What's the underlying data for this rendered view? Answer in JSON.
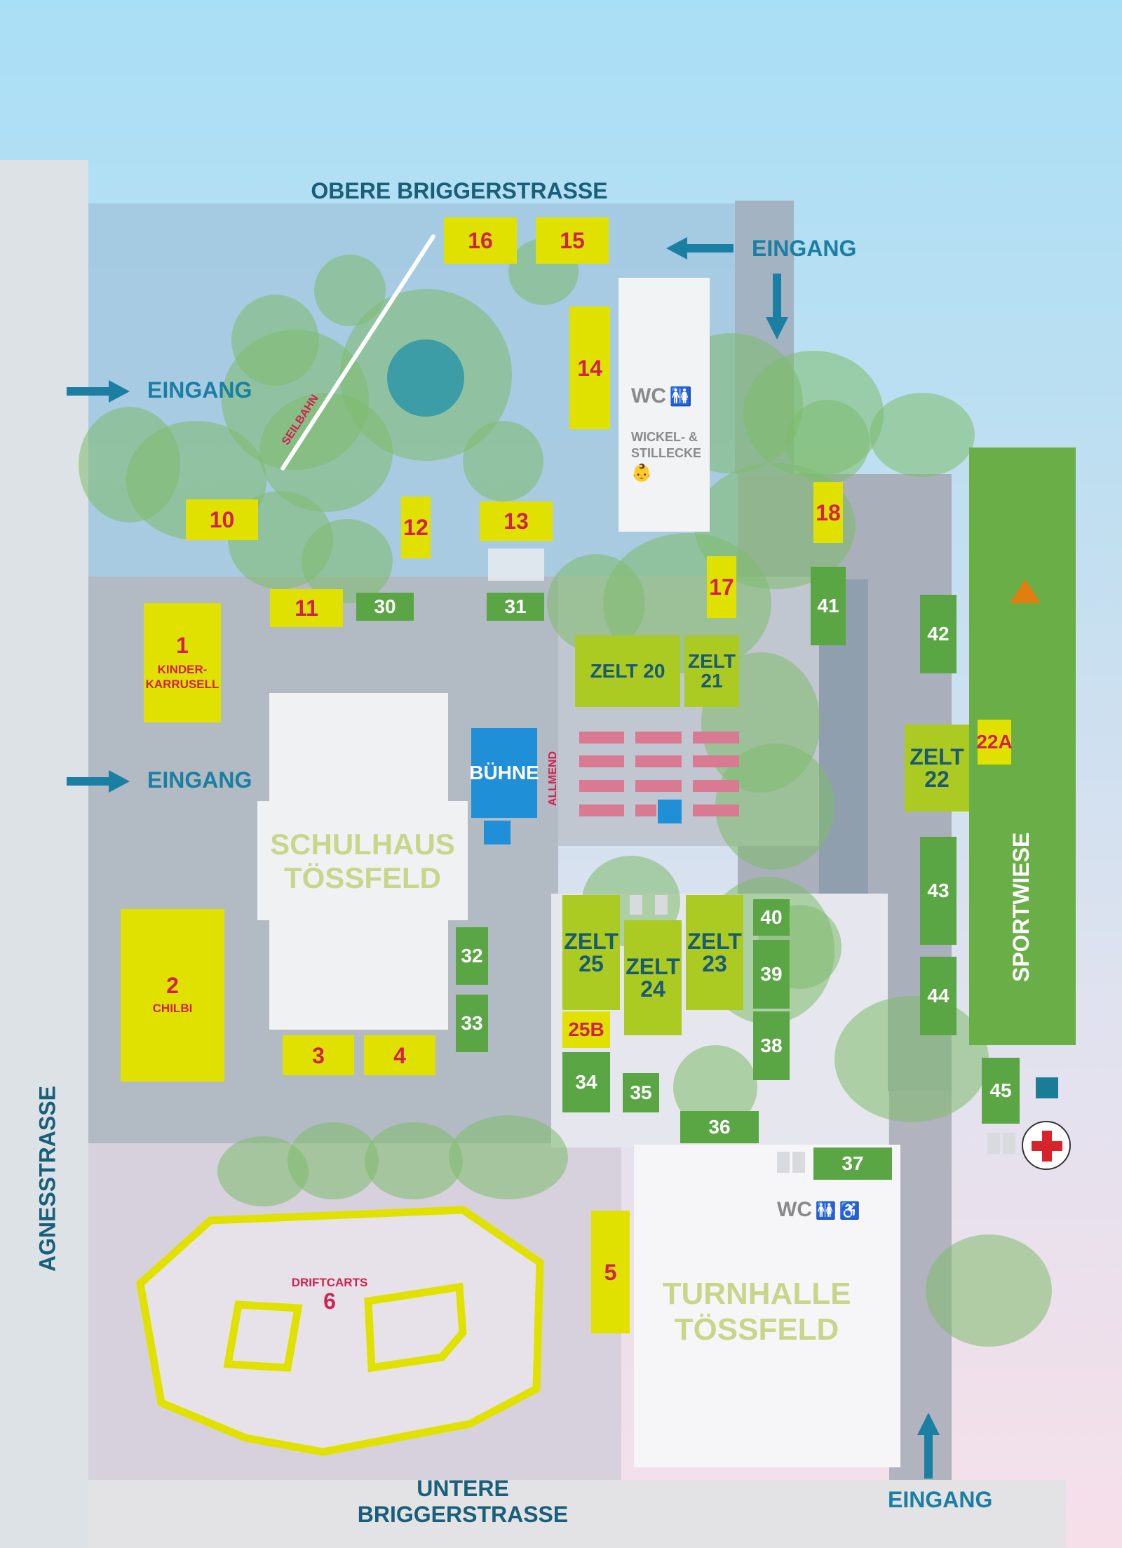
{
  "streets": {
    "top": "OBERE BRIGGERSTRASSE",
    "bottom": "UNTERE BRIGGERSTRASSE",
    "left": "AGNESSTRASSE"
  },
  "entrances": {
    "label": "EINGANG"
  },
  "buildings": {
    "school": {
      "line1": "SCHULHAUS",
      "line2": "TÖSSFELD"
    },
    "gym": {
      "line1": "TURNHALLE",
      "line2": "TÖSSFELD"
    },
    "stage": "BÜHNE",
    "allmend": "ALLMEND",
    "sportwiese": "SPORTWIESE",
    "seilbahn": "SEILBAHN"
  },
  "facilities": {
    "wc_top": "WC",
    "wickel_line1": "WICKEL- &",
    "wickel_line2": "STILLECKE",
    "wc_bottom": "WC"
  },
  "stands": {
    "s1": {
      "num": "1",
      "line1": "KINDER-",
      "line2": "KARRUSELL"
    },
    "s2": {
      "num": "2",
      "line1": "CHILBI"
    },
    "s3": "3",
    "s4": "4",
    "s5": "5",
    "s6": {
      "num": "6",
      "line1": "DRIFTCARTS"
    },
    "s10": "10",
    "s11": "11",
    "s12": "12",
    "s13": "13",
    "s14": "14",
    "s15": "15",
    "s16": "16",
    "s17": "17",
    "s18": "18",
    "s22a": "22A",
    "s25b": "25B",
    "s30": "30",
    "s31": "31",
    "s32": "32",
    "s33": "33",
    "s34": "34",
    "s35": "35",
    "s36": "36",
    "s37": "37",
    "s38": "38",
    "s39": "39",
    "s40": "40",
    "s41": "41",
    "s42": "42",
    "s43": "43",
    "s44": "44",
    "s45": "45"
  },
  "tents": {
    "z20": {
      "line1": "ZELT 20"
    },
    "z21": {
      "line1": "ZELT",
      "line2": "21"
    },
    "z22": {
      "line1": "ZELT",
      "line2": "22"
    },
    "z23": {
      "line1": "ZELT",
      "line2": "23"
    },
    "z24": {
      "line1": "ZELT",
      "line2": "24"
    },
    "z25": {
      "line1": "ZELT",
      "line2": "25"
    }
  },
  "colors": {
    "stand_yellow": "#e1e100",
    "stand_text_red": "#d2214e",
    "stand_green": "#5aa544",
    "tent_lightgreen": "#abca22",
    "entrance_blue": "#1b7fa3",
    "stage_blue": "#1f8fd8",
    "sportwiese_green": "#6aae47"
  }
}
